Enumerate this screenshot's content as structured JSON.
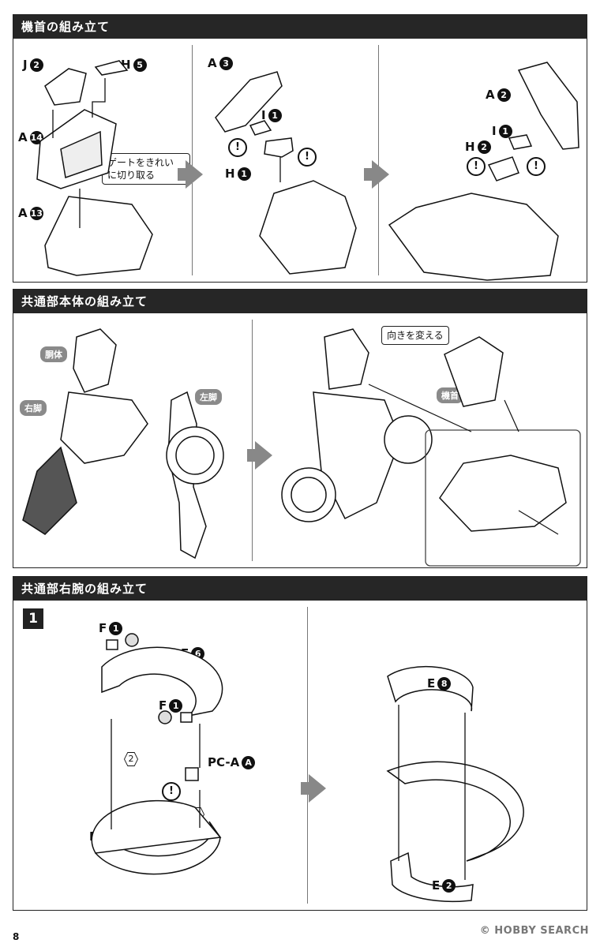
{
  "sections": [
    {
      "title": "機首の組み立て"
    },
    {
      "title": "共通部本体の組み立て"
    },
    {
      "title": "共通部右腕の組み立て"
    }
  ],
  "sec1": {
    "panel1": {
      "labels": [
        {
          "letter": "J",
          "num": "2"
        },
        {
          "letter": "H",
          "num": "5"
        },
        {
          "letter": "A",
          "num": "14"
        },
        {
          "letter": "A",
          "num": "13"
        }
      ],
      "callout": "ゲートをきれい\nに切り取る"
    },
    "panel2": {
      "labels": [
        {
          "letter": "A",
          "num": "3"
        },
        {
          "letter": "I",
          "num": "1"
        },
        {
          "letter": "H",
          "num": "1"
        }
      ]
    },
    "panel3": {
      "labels": [
        {
          "letter": "A",
          "num": "2"
        },
        {
          "letter": "I",
          "num": "1"
        },
        {
          "letter": "H",
          "num": "2"
        }
      ]
    },
    "warn_symbol": "!"
  },
  "sec2": {
    "tags": {
      "torso": "胴体",
      "right_leg": "右脚",
      "left_leg": "左脚",
      "nose": "機首"
    },
    "callout": "向きを変える"
  },
  "sec3": {
    "step": "1",
    "left": {
      "labels": [
        {
          "letter": "F",
          "num": "1"
        },
        {
          "letter": "E",
          "num": "6"
        },
        {
          "letter": "F",
          "num": "1"
        },
        {
          "letter": "PC-A",
          "num": "A"
        },
        {
          "letter": "E",
          "num": "5"
        }
      ],
      "order": [
        "2",
        "1"
      ]
    },
    "right": {
      "labels": [
        {
          "letter": "E",
          "num": "8"
        },
        {
          "letter": "E",
          "num": "2"
        }
      ]
    }
  },
  "footer": {
    "page": "8",
    "watermark": "© HOBBY SEARCH"
  },
  "colors": {
    "header_bg": "#262626",
    "arrow": "#888888",
    "tag_bg": "#8a8a8a"
  }
}
